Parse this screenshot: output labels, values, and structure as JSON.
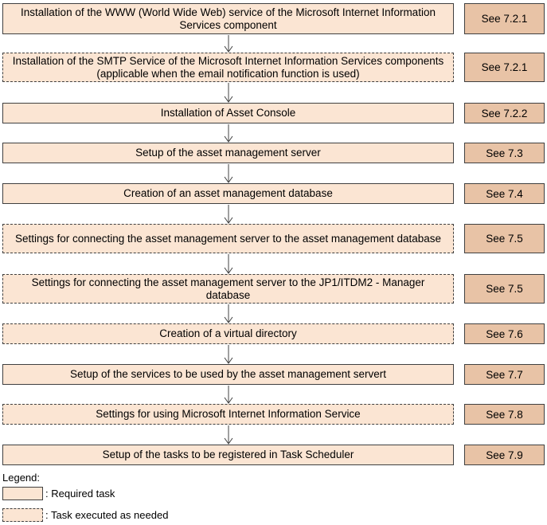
{
  "steps": [
    {
      "label": "Installation of the WWW (World Wide Web) service of the Microsoft Internet Information Services component",
      "ref": "See 7.2.1",
      "optional": false
    },
    {
      "label": "Installation of the SMTP Service of the Microsoft Internet Information Services components (applicable when the email notification function is used)",
      "ref": "See 7.2.1",
      "optional": true
    },
    {
      "label": "Installation of Asset Console",
      "ref": "See 7.2.2",
      "optional": false
    },
    {
      "label": "Setup of the asset management server",
      "ref": "See 7.3",
      "optional": false
    },
    {
      "label": "Creation of an asset management database",
      "ref": "See 7.4",
      "optional": false
    },
    {
      "label": "Settings for connecting the asset management server to the asset management database",
      "ref": "See 7.5",
      "optional": true
    },
    {
      "label": "Settings for connecting the asset management server to the JP1/ITDM2 - Manager database",
      "ref": "See 7.5",
      "optional": true
    },
    {
      "label": "Creation of a virtual directory",
      "ref": "See 7.6",
      "optional": true
    },
    {
      "label": "Setup of the services to be used by the asset management servert",
      "ref": "See 7.7",
      "optional": false
    },
    {
      "label": "Settings for using Microsoft Internet Information Service",
      "ref": "See 7.8",
      "optional": true
    },
    {
      "label": "Setup of the tasks to be registered in Task Scheduler",
      "ref": "See 7.9",
      "optional": false
    }
  ],
  "legend": {
    "title": "Legend:",
    "required": ": Required task",
    "optional": ": Task executed as needed"
  },
  "colors": {
    "task_fill": "#fbe5d3",
    "ref_fill": "#e8c3a6",
    "border": "#404040"
  }
}
